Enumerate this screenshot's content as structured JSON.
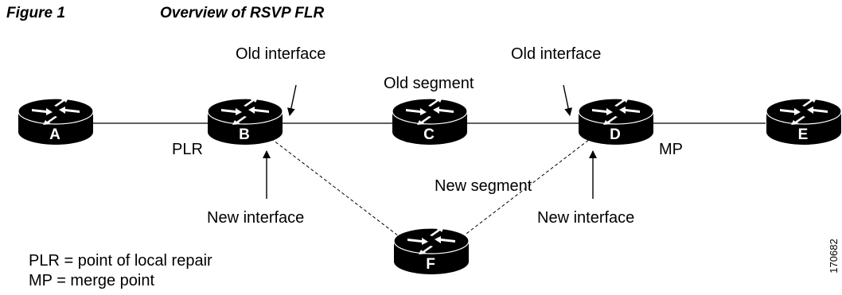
{
  "figure": {
    "number": "Figure 1",
    "title": "Overview of RSVP FLR"
  },
  "routers": {
    "a": "A",
    "b": "B",
    "c": "C",
    "d": "D",
    "e": "E",
    "f": "F"
  },
  "labels": {
    "old_interface_left": "Old interface",
    "old_interface_right": "Old interface",
    "old_segment": "Old segment",
    "new_segment": "New segment",
    "new_interface_left": "New interface",
    "new_interface_right": "New interface",
    "plr": "PLR",
    "mp": "MP"
  },
  "legend": {
    "plr_def": "PLR = point of local repair",
    "mp_def": "MP = merge point"
  },
  "figure_id": "170682"
}
